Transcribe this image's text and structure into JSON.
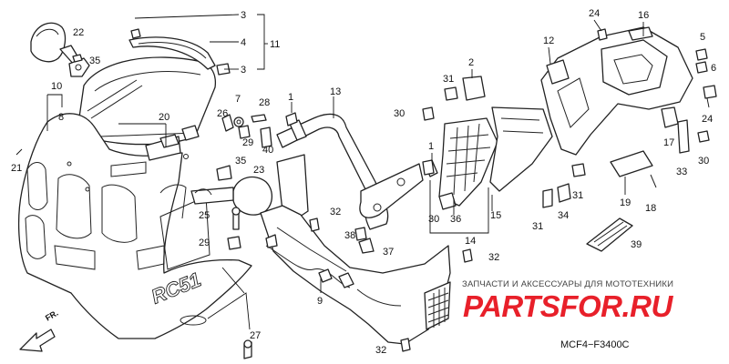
{
  "diagram": {
    "code": "MCF4−F3400C",
    "direction_label": "FR.",
    "watermark": {
      "caption": "ЗАПЧАСТИ И АКСЕССУАРЫ ДЛЯ МОТОТЕХНИКИ",
      "logo_part1": "PARTS",
      "logo_part2": "FOR",
      "logo_part3": ".RU"
    },
    "fairing_decal": "RC51",
    "callouts": [
      "1",
      "2",
      "3",
      "4",
      "5",
      "6",
      "7",
      "8",
      "9",
      "10",
      "11",
      "12",
      "13",
      "14",
      "15",
      "16",
      "17",
      "18",
      "19",
      "20",
      "21",
      "22",
      "23",
      "24",
      "25",
      "26",
      "27",
      "28",
      "29",
      "30",
      "31",
      "32",
      "33",
      "34",
      "35",
      "36",
      "37",
      "38",
      "39",
      "40"
    ]
  }
}
